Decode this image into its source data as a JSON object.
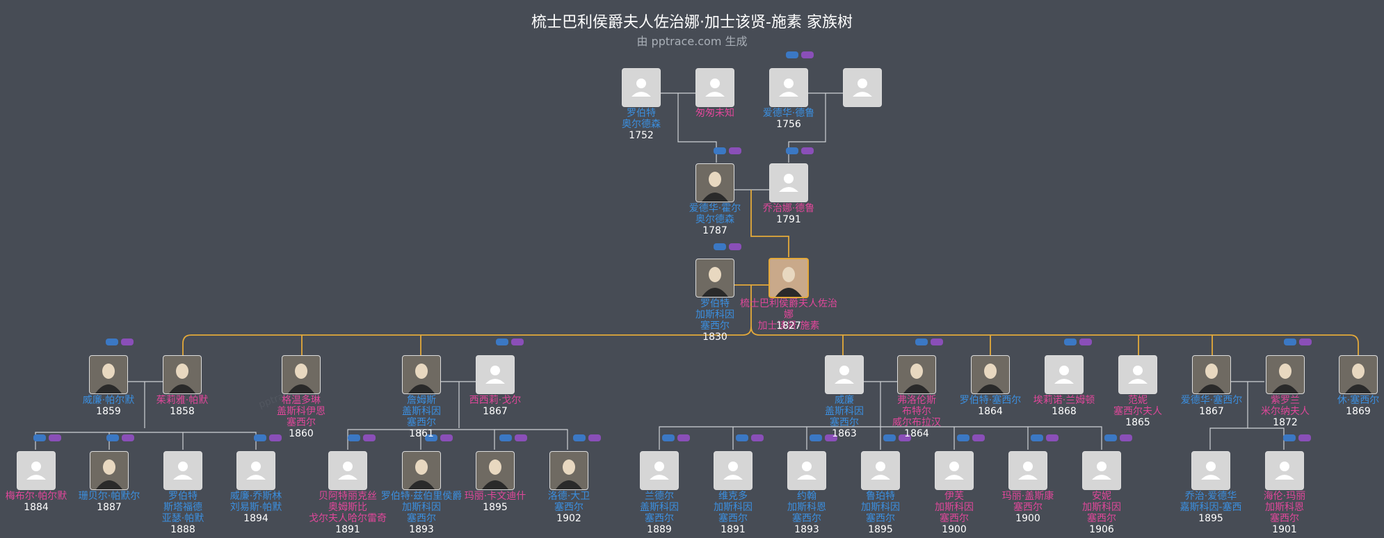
{
  "title": "梳士巴利侯爵夫人佐治娜·加士该贤-施素 家族树",
  "subtitle": "由 pptrace.com 生成",
  "watermark": "pptrace.com",
  "people": [
    {
      "name": "罗伯特\n奥尔德森",
      "year": "1752",
      "sex": "m",
      "photo": false
    },
    {
      "name": "匆匆未知",
      "year": "",
      "sex": "f",
      "photo": false
    },
    {
      "name": "爱德华·德鲁",
      "year": "1756",
      "sex": "m",
      "photo": false
    },
    {
      "name": "",
      "year": "",
      "sex": "f",
      "photo": false
    },
    {
      "name": "爱德华·霍尔\n奥尔德森",
      "year": "1787",
      "sex": "m",
      "photo": true
    },
    {
      "name": "乔治娜·德鲁",
      "year": "1791",
      "sex": "f",
      "photo": false
    },
    {
      "name": "罗伯特\n加斯科因\n塞西尔",
      "year": "1830",
      "sex": "m",
      "photo": true
    },
    {
      "name": "梳士巴利侯爵夫人佐治娜\n加士该贤-施素",
      "year": "1827",
      "sex": "f",
      "photo": true
    },
    {
      "name": "威廉·帕尔默",
      "year": "1859",
      "sex": "m",
      "photo": true
    },
    {
      "name": "茱莉雅·帕默",
      "year": "1858",
      "sex": "f",
      "photo": true
    },
    {
      "name": "格温多琳\n盖斯科伊恩\n塞西尔",
      "year": "1860",
      "sex": "f",
      "photo": true
    },
    {
      "name": "詹姆斯\n盖斯科因\n塞西尔",
      "year": "1861",
      "sex": "m",
      "photo": true
    },
    {
      "name": "西西莉·戈尔",
      "year": "1867",
      "sex": "f",
      "photo": false
    },
    {
      "name": "威廉\n盖斯科因\n塞西尔",
      "year": "1863",
      "sex": "m",
      "photo": false
    },
    {
      "name": "弗洛伦斯\n布特尔\n威尔布拉汉",
      "year": "1864",
      "sex": "f",
      "photo": true
    },
    {
      "name": "罗伯特·塞西尔",
      "year": "1864",
      "sex": "m",
      "photo": true
    },
    {
      "name": "埃莉诺·兰姆顿",
      "year": "1868",
      "sex": "f",
      "photo": false
    },
    {
      "name": "范妮\n塞西尔夫人",
      "year": "1865",
      "sex": "f",
      "photo": false
    },
    {
      "name": "爱德华·塞西尔",
      "year": "1867",
      "sex": "m",
      "photo": true
    },
    {
      "name": "紫罗兰\n米尔纳夫人",
      "year": "1872",
      "sex": "f",
      "photo": true
    },
    {
      "name": "休·塞西尔",
      "year": "1869",
      "sex": "m",
      "photo": true
    },
    {
      "name": "梅布尔·帕尔默",
      "year": "1884",
      "sex": "f",
      "photo": false
    },
    {
      "name": "珊贝尔·帕默尔",
      "year": "1887",
      "sex": "m",
      "photo": true
    },
    {
      "name": "罗伯特\n斯塔福德\n亚瑟·帕默",
      "year": "1888",
      "sex": "m",
      "photo": false
    },
    {
      "name": "威廉·乔斯林\n刘易斯·帕默",
      "year": "1894",
      "sex": "m",
      "photo": false
    },
    {
      "name": "贝阿特丽克丝\n奥姆斯比\n戈尔夫人哈尔雷奇",
      "year": "1891",
      "sex": "f",
      "photo": false
    },
    {
      "name": "罗伯特·兹伯里侯爵\n加斯科因\n塞西尔",
      "year": "1893",
      "sex": "m",
      "photo": true
    },
    {
      "name": "玛丽·卡文迪什",
      "year": "1895",
      "sex": "f",
      "photo": true
    },
    {
      "name": "洛德·大卫\n塞西尔",
      "year": "1902",
      "sex": "m",
      "photo": true
    },
    {
      "name": "兰德尔\n盖斯科因\n塞西尔",
      "year": "1889",
      "sex": "m",
      "photo": false
    },
    {
      "name": "维克多\n加斯科因\n塞西尔",
      "year": "1891",
      "sex": "m",
      "photo": false
    },
    {
      "name": "约翰\n加斯科恩\n塞西尔",
      "year": "1893",
      "sex": "m",
      "photo": false
    },
    {
      "name": "鲁珀特\n加斯科因\n塞西尔",
      "year": "1895",
      "sex": "m",
      "photo": false
    },
    {
      "name": "伊芙\n加斯科因\n塞西尔",
      "year": "1900",
      "sex": "f",
      "photo": false
    },
    {
      "name": "玛丽·盖斯康\n塞西尔",
      "year": "1900",
      "sex": "f",
      "photo": false
    },
    {
      "name": "安妮\n加斯科因\n塞西尔",
      "year": "1906",
      "sex": "f",
      "photo": false
    },
    {
      "name": "乔治·爱德华\n嘉斯科因-塞西",
      "year": "1895",
      "sex": "m",
      "photo": false
    },
    {
      "name": "海伦·玛丽\n加斯科恩\n塞西尔",
      "year": "1901",
      "sex": "f",
      "photo": false
    }
  ]
}
